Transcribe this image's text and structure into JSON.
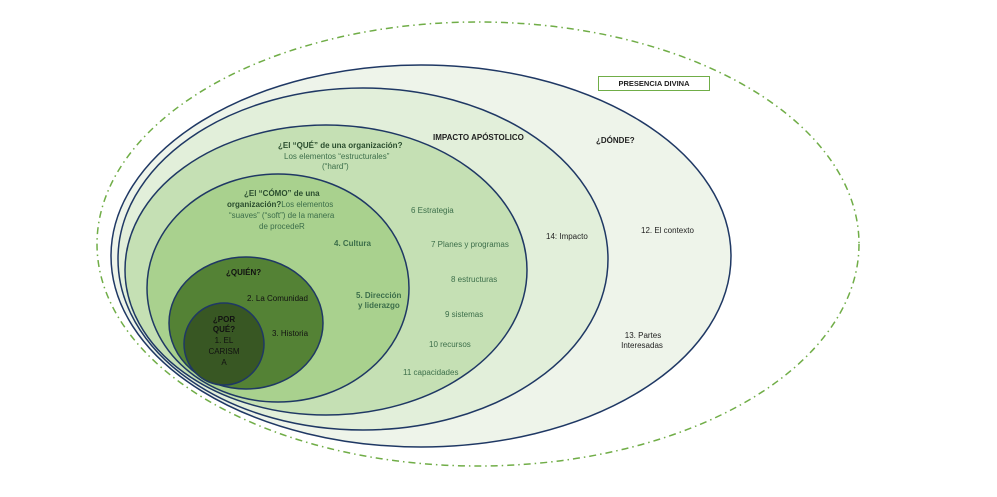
{
  "diagram": {
    "type": "nested-ellipses",
    "colors": {
      "outline": "#1f3864",
      "dashed_outline": "#70ad47",
      "donde_fill": "#eef4ea",
      "impacto_fill": "#e2efda",
      "que_fill": "#c5e0b4",
      "como_fill": "#a9d18e",
      "quien_fill": "#548235",
      "porque_fill": "#385723"
    },
    "presencia_divina": "PRESENCIA DIVINA",
    "donde": {
      "title": "¿DÓNDE?",
      "items": [
        "12. El contexto",
        "13. Partes",
        "Interesadas"
      ]
    },
    "impacto": {
      "title": "IMPACTO APÓSTOLICO",
      "item": "14: Impacto"
    },
    "que": {
      "title": "¿El “QUÉ” de una organización?",
      "subtitle_1": "Los elementos “estructurales”",
      "subtitle_2": "(“hard”)",
      "items": [
        "6 Estrategia",
        "7 Planes y programas",
        "8 estructuras",
        "9 sistemas",
        "10 recursos",
        "11 capacidades"
      ]
    },
    "como": {
      "title_1": "¿El “CÓMO” de una",
      "title_2": "organización?",
      "subtitle_inline": "Los elementos",
      "subtitle_2": "“suaves” (“soft”) de la manera",
      "subtitle_3": "de procedeR",
      "items": [
        "4. Cultura",
        "5. Dirección",
        "y liderazgo"
      ]
    },
    "quien": {
      "title": "¿QUIÉN?",
      "items": [
        "2. La Comunidad",
        "3. Historia"
      ]
    },
    "porque": {
      "lines": [
        "¿POR",
        "QUÉ?",
        "1. EL",
        "CARISM",
        "A"
      ]
    }
  }
}
